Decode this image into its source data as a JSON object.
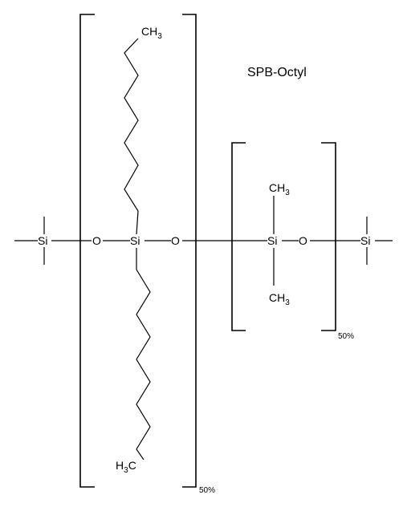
{
  "title": "SPB-Octyl",
  "atoms": {
    "si": "Si",
    "o": "O",
    "ch": "CH",
    "h": "H",
    "c": "C",
    "sub3": "3"
  },
  "repeat_fraction": "50%"
}
